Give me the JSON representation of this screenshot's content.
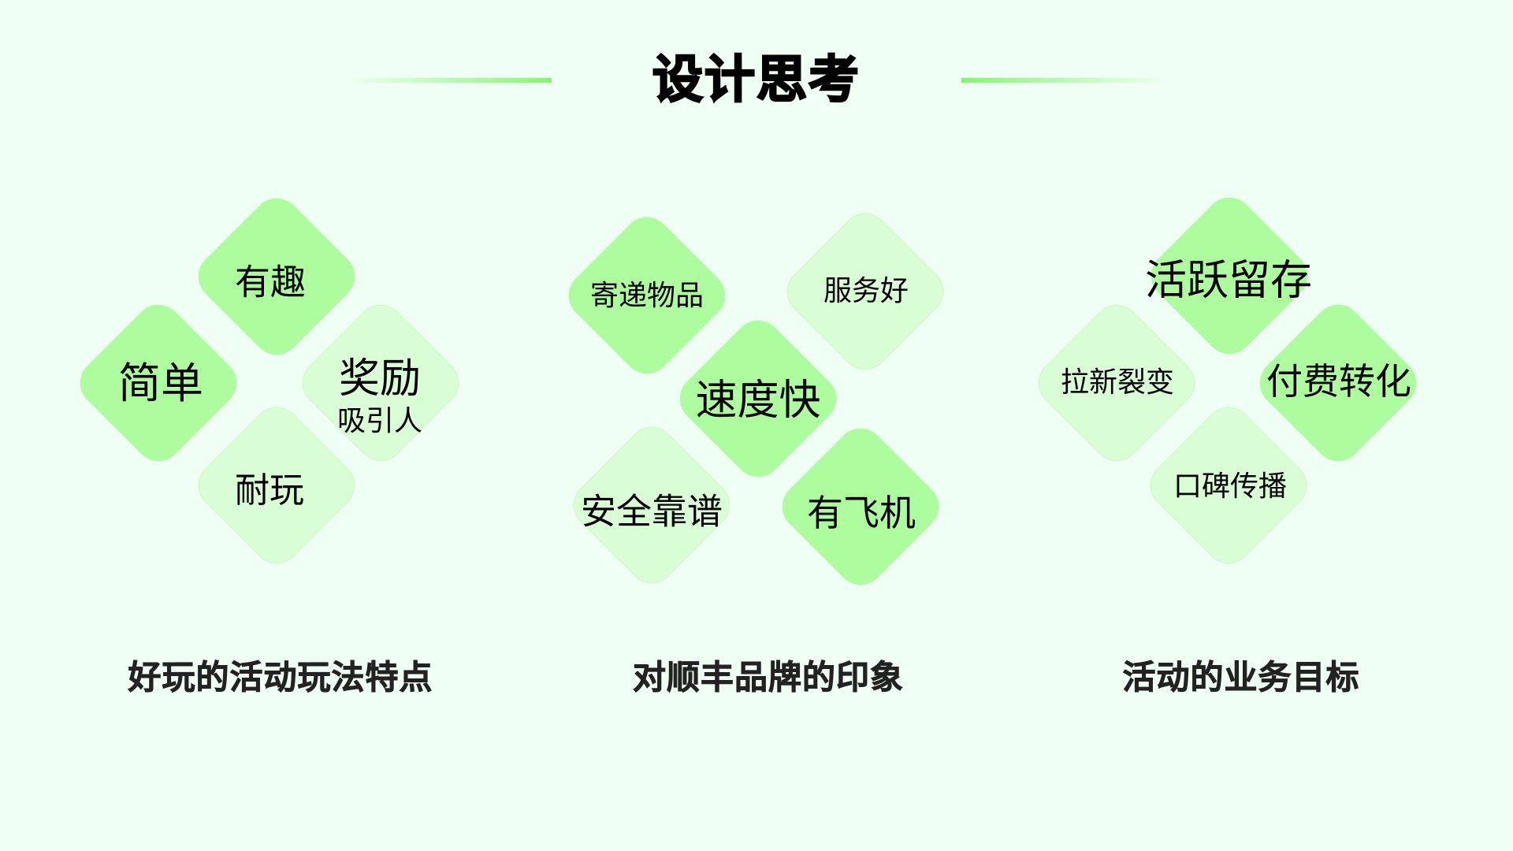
{
  "header": {
    "title": "设计思考"
  },
  "colors": {
    "background": "#effff4",
    "diamond_dark": "#adfd9f",
    "diamond_light": "#d9fdd4",
    "accent_line": "#80fa6a",
    "text": "#000000",
    "caption_text": "#222222"
  },
  "groups": [
    {
      "caption": "好玩的活动玩法特点",
      "items": [
        {
          "label": "有趣",
          "tone": "dark"
        },
        {
          "label": "简单",
          "tone": "dark"
        },
        {
          "label": "奖励",
          "sublabel": "吸引人",
          "tone": "light"
        },
        {
          "label": "耐玩",
          "tone": "light"
        }
      ]
    },
    {
      "caption": "对顺丰品牌的印象",
      "items": [
        {
          "label": "寄递物品",
          "tone": "dark"
        },
        {
          "label": "服务好",
          "tone": "light"
        },
        {
          "label": "速度快",
          "tone": "dark"
        },
        {
          "label": "安全靠谱",
          "tone": "light"
        },
        {
          "label": "有飞机",
          "tone": "dark"
        }
      ]
    },
    {
      "caption": "活动的业务目标",
      "items": [
        {
          "label": "活跃留存",
          "tone": "dark"
        },
        {
          "label": "拉新裂变",
          "tone": "light"
        },
        {
          "label": "付费转化",
          "tone": "dark"
        },
        {
          "label": "口碑传播",
          "tone": "light"
        }
      ]
    }
  ]
}
